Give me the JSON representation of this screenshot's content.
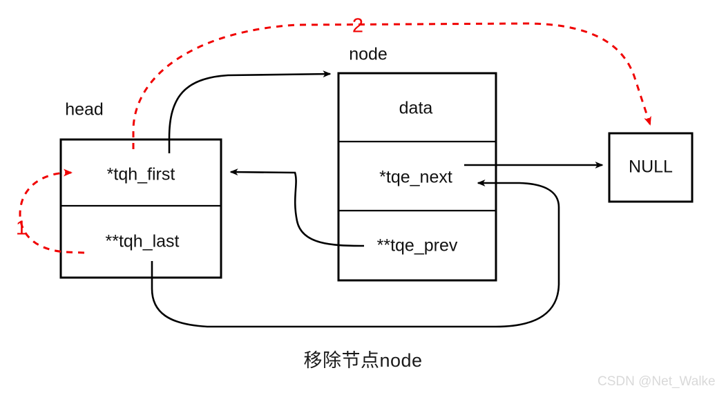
{
  "diagram": {
    "caption": "移除节点node",
    "watermark": "CSDN @Net_Walke",
    "boxes": {
      "head": {
        "title": "head",
        "fields": [
          {
            "label": "*tqh_first"
          },
          {
            "label": "**tqh_last"
          }
        ]
      },
      "node": {
        "title": "node",
        "fields": [
          {
            "label": "data"
          },
          {
            "label": "*tqe_next"
          },
          {
            "label": "**tqe_prev"
          }
        ]
      },
      "null": {
        "label": "NULL"
      }
    },
    "steps": [
      {
        "number": "1",
        "color": "#f00000"
      },
      {
        "number": "2",
        "color": "#f00000"
      }
    ],
    "colors": {
      "stroke": "#000000",
      "accent_red": "#f00000",
      "background": "#ffffff",
      "watermark": "#d9d9d9"
    }
  }
}
